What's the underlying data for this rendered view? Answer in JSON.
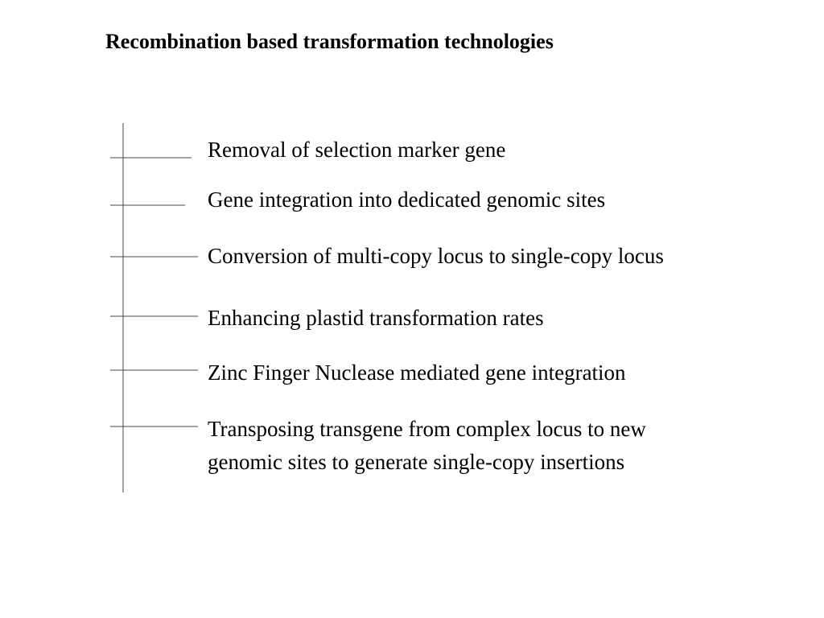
{
  "title": "Recombination based transformation technologies",
  "colors": {
    "text": "#000000",
    "lines": "#444444",
    "background": "#ffffff"
  },
  "items": [
    {
      "label": "Removal of selection marker gene"
    },
    {
      "label": "Gene integration into dedicated genomic sites"
    },
    {
      "label": "Conversion of multi-copy locus to single-copy locus"
    },
    {
      "label": "Enhancing plastid transformation rates"
    },
    {
      "label": "Zinc Finger Nuclease mediated gene integration"
    },
    {
      "label": "Transposing transgene from complex locus to new genomic sites to generate single-copy insertions"
    }
  ]
}
